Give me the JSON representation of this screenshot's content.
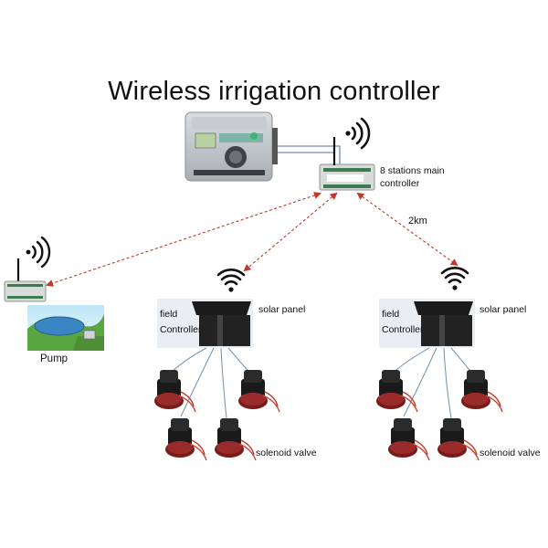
{
  "title": "Wireless irrigation controller",
  "main_controller_label_line1": "8 stations main",
  "main_controller_label_line2": "controller",
  "distance_label": "2km",
  "pump_label": "Pump",
  "field_left": {
    "field_label": "field",
    "controller_label": "Controller",
    "solar_label": "solar panel",
    "valve_label": "solenoid valve"
  },
  "field_right": {
    "field_label": "field",
    "controller_label": "Controller",
    "solar_label": "solar panel",
    "valve_label": "solenoid valve"
  },
  "colors": {
    "link": "#c0392b",
    "valve_body": "#7a1b1b",
    "panel_dark": "#1b1b1b",
    "wire_blue": "#6f8fb0",
    "wifi": "#111111"
  },
  "icons": [
    "irrigation-timer-icon",
    "main-controller-module-icon",
    "antenna-icon",
    "wifi-signal-icon",
    "pump-scene-icon",
    "solar-controller-icon",
    "solenoid-valve-icon"
  ]
}
